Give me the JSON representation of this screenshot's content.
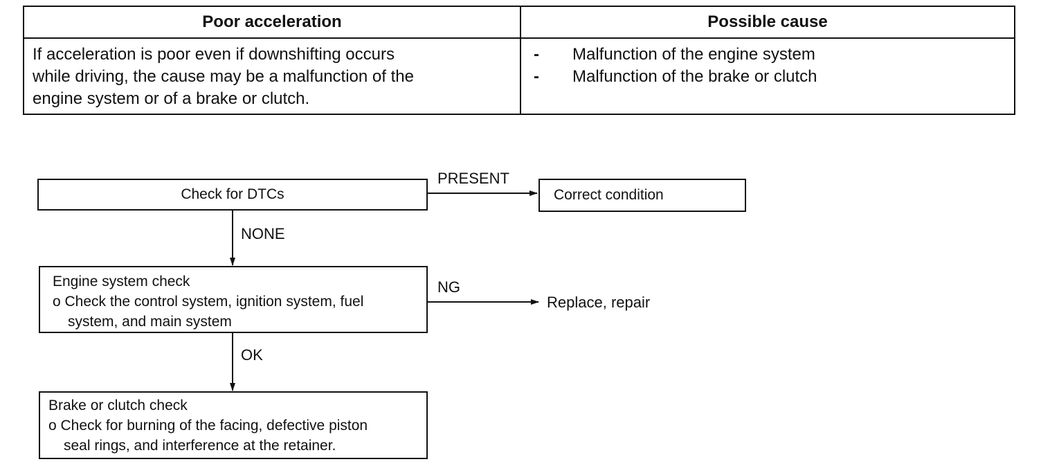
{
  "table": {
    "header_symptom": "Poor acceleration",
    "header_cause": "Possible cause",
    "symptom_lines": [
      "If acceleration is poor even if downshifting occurs",
      "while driving, the cause may be a malfunction of the",
      "engine system or of a brake or clutch."
    ],
    "causes": [
      {
        "dash": "-",
        "text": "Malfunction of the engine system"
      },
      {
        "dash": "-",
        "text": "Malfunction of the brake or clutch"
      }
    ]
  },
  "flowchart": {
    "dtc_box": "Check for DTCs",
    "present_label": "PRESENT",
    "correct_box": "Correct condition",
    "none_label": "NONE",
    "engine_box": {
      "title": "Engine system check",
      "line1": "o Check the control system, ignition system, fuel",
      "line2": "system, and main system"
    },
    "ng_label": "NG",
    "replace_text": "Replace, repair",
    "ok_label": "OK",
    "brake_box": {
      "title": "Brake or clutch check",
      "line1": "o Check for burning of the facing, defective piston",
      "line2": "seal rings, and interference at the retainer."
    }
  }
}
